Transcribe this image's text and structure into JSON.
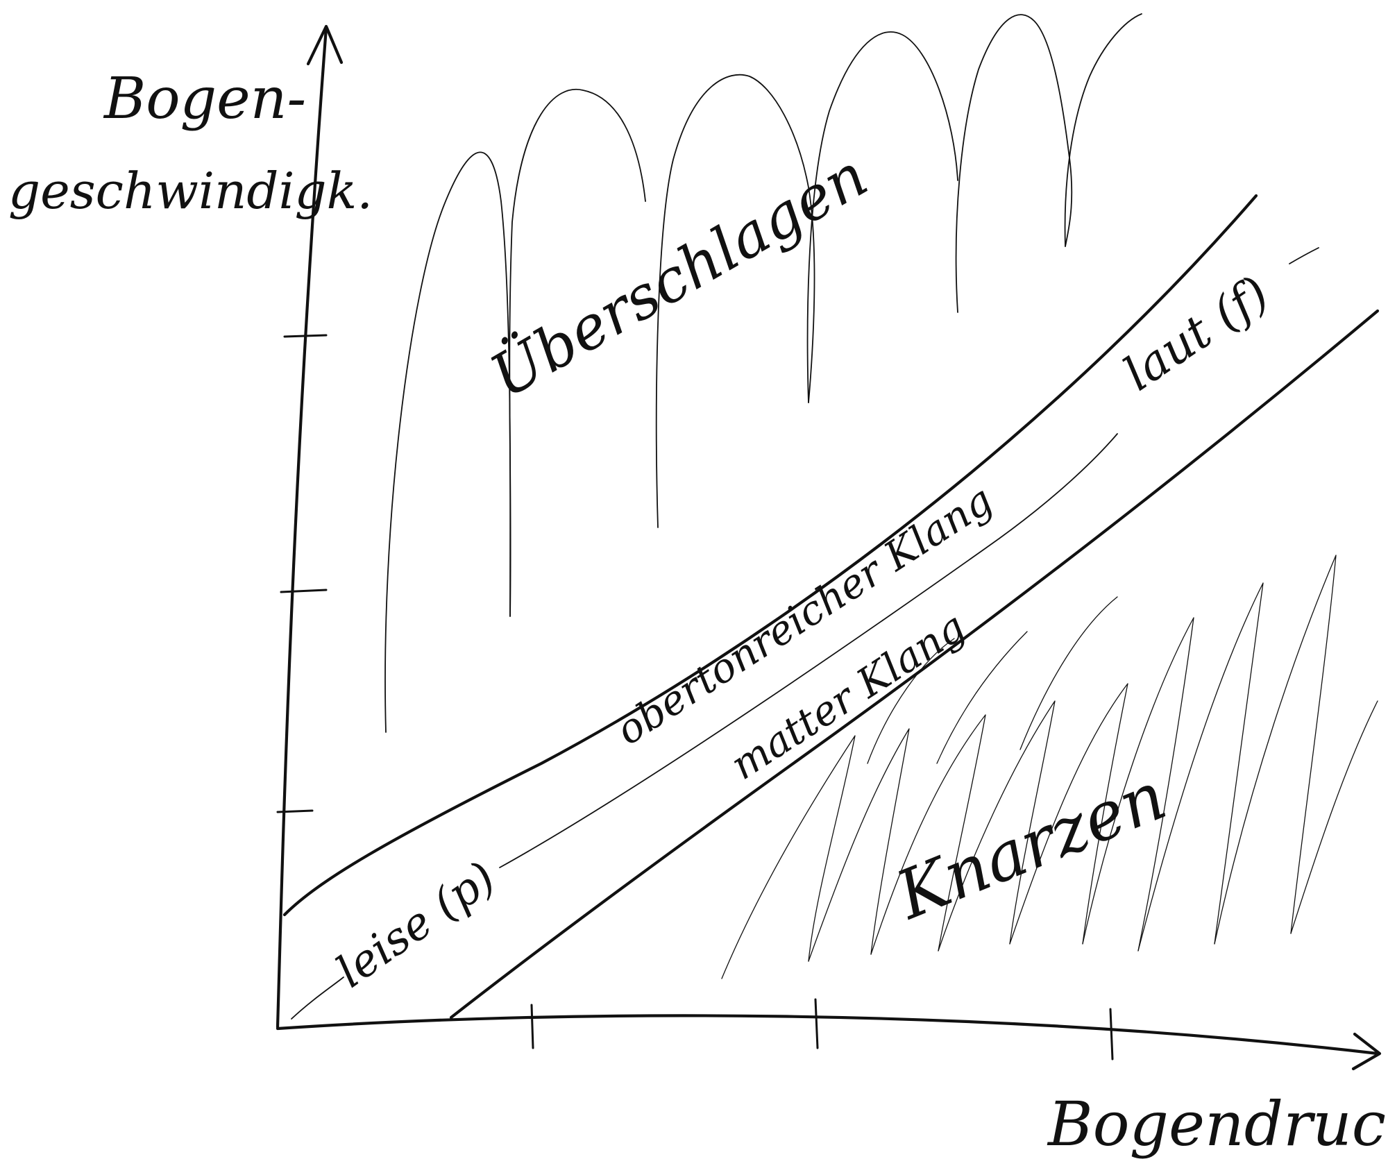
{
  "axes": {
    "y_label_line1": "Bogen-",
    "y_label_line2": "geschwindigk.",
    "x_label": "Bogendruck"
  },
  "regions": {
    "upper": "Überschlagen",
    "lower": "Knarzen",
    "band_upper": "obertonreicher Klang",
    "band_lower": "matter Klang"
  },
  "dynamics": {
    "soft": "leise (p)",
    "loud": "laut (f)"
  },
  "colors": {
    "ink": "#111111",
    "paper": "#ffffff"
  }
}
